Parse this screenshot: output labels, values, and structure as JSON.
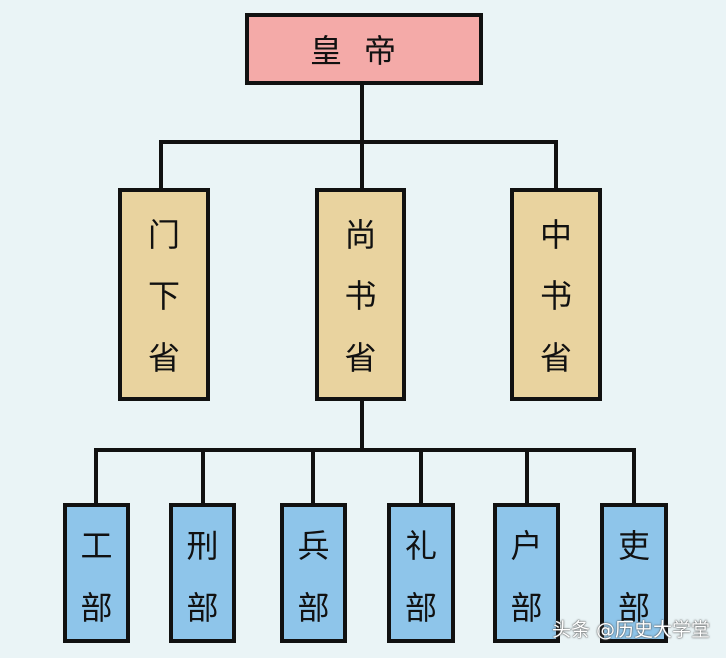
{
  "emperor": "皇帝",
  "provinces": [
    {
      "chars": [
        "门",
        "下",
        "省"
      ]
    },
    {
      "chars": [
        "尚",
        "书",
        "省"
      ]
    },
    {
      "chars": [
        "中",
        "书",
        "省"
      ]
    }
  ],
  "ministries": [
    {
      "chars": [
        "工",
        "部"
      ]
    },
    {
      "chars": [
        "刑",
        "部"
      ]
    },
    {
      "chars": [
        "兵",
        "部"
      ]
    },
    {
      "chars": [
        "礼",
        "部"
      ]
    },
    {
      "chars": [
        "户",
        "部"
      ]
    },
    {
      "chars": [
        "吏",
        "部"
      ]
    }
  ],
  "watermark": "头条 @历史大学堂",
  "colors": {
    "emperor": "#f4aaa8",
    "province": "#e9d39f",
    "ministry": "#8ec5ea",
    "background": "#eaf4f6"
  }
}
